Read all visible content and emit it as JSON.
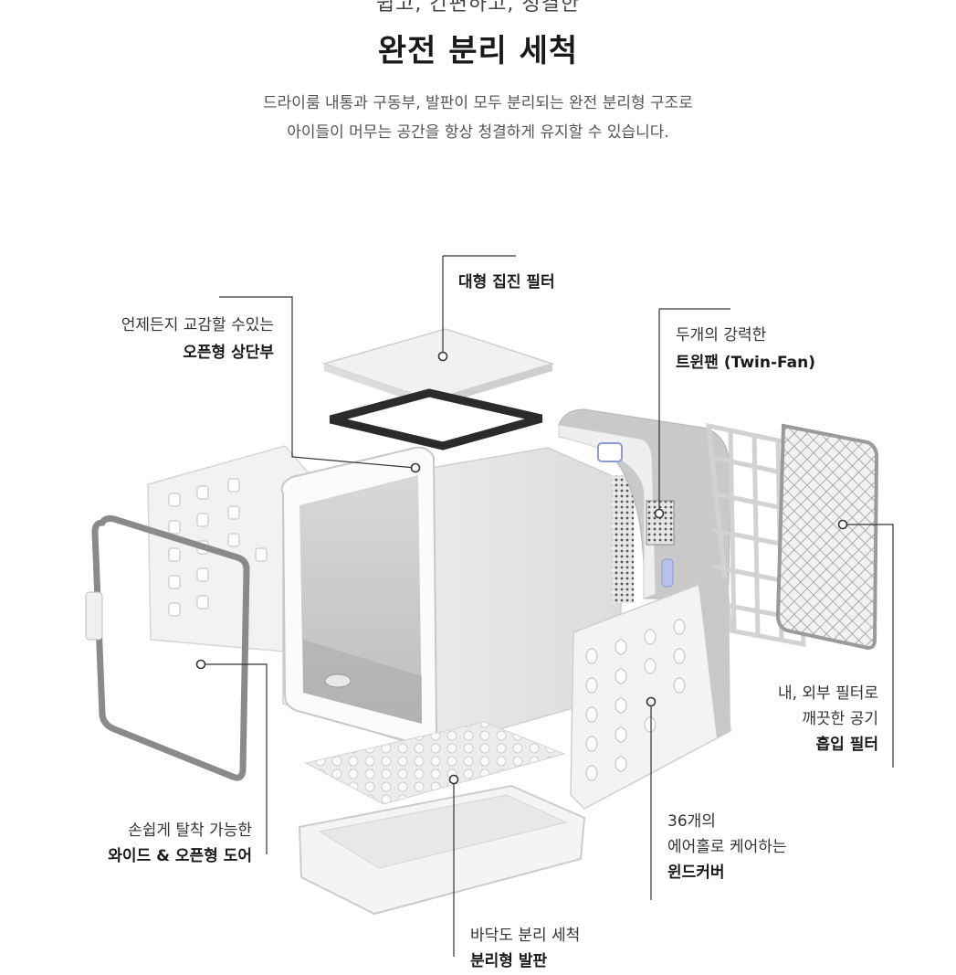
{
  "header": {
    "top_cut_text": "쉽고, 간편하고, 청결한",
    "title": "완전 분리 세척",
    "desc_line1": "드라이룸 내통과 구동부, 발판이 모두 분리되는 완전 분리형 구조로",
    "desc_line2": "아이들이 머무는 공간을 항상 청결하게 유지할 수 있습니다."
  },
  "callouts": {
    "top_cover": {
      "line1": "언제든지 교감할 수있는",
      "line2": "오픈형 상단부"
    },
    "filter": {
      "line1": "대형 집진 필터"
    },
    "twin_fan": {
      "line1": "두개의 강력한",
      "line2": "트윈팬 (Twin-Fan)"
    },
    "intake_filter": {
      "line1": "내, 외부 필터로",
      "line2": "깨끗한 공기",
      "line3": "흡입 필터"
    },
    "door": {
      "line1": "손쉽게 탈착 가능한",
      "line2": "와이드 & 오픈형 도어"
    },
    "wind_cover": {
      "line1": "36개의",
      "line2": "에어홀로 케어하는",
      "line3": "윈드커버"
    },
    "floor": {
      "line1": "바닥도 분리 세척",
      "line2": "분리형 발판"
    }
  }
}
